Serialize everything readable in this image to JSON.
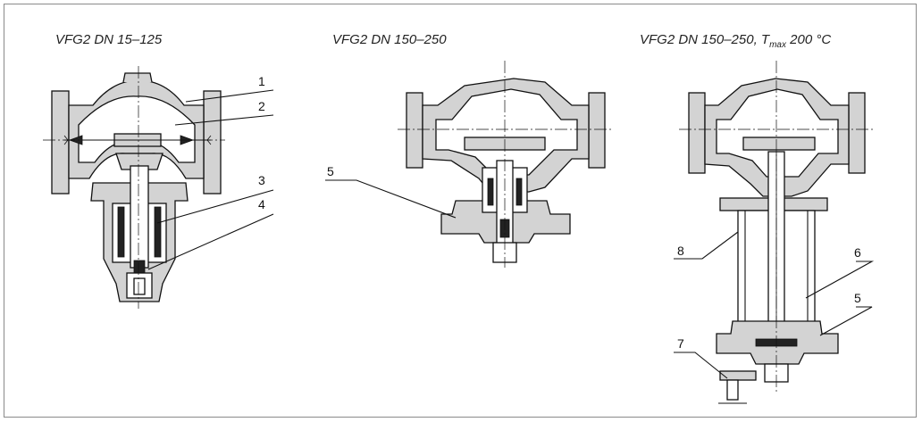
{
  "titles": {
    "left": "VFG2 DN 15–125",
    "middle": "VFG2 DN 150–250",
    "right_prefix": "VFG2 DN 150–250, T",
    "right_sub": "max",
    "right_suffix": " 200 °C"
  },
  "labels": {
    "l1": "1",
    "l2": "2",
    "l3": "3",
    "l4": "4",
    "l5a": "5",
    "l5b": "5",
    "l6": "6",
    "l7": "7",
    "l8": "8"
  }
}
